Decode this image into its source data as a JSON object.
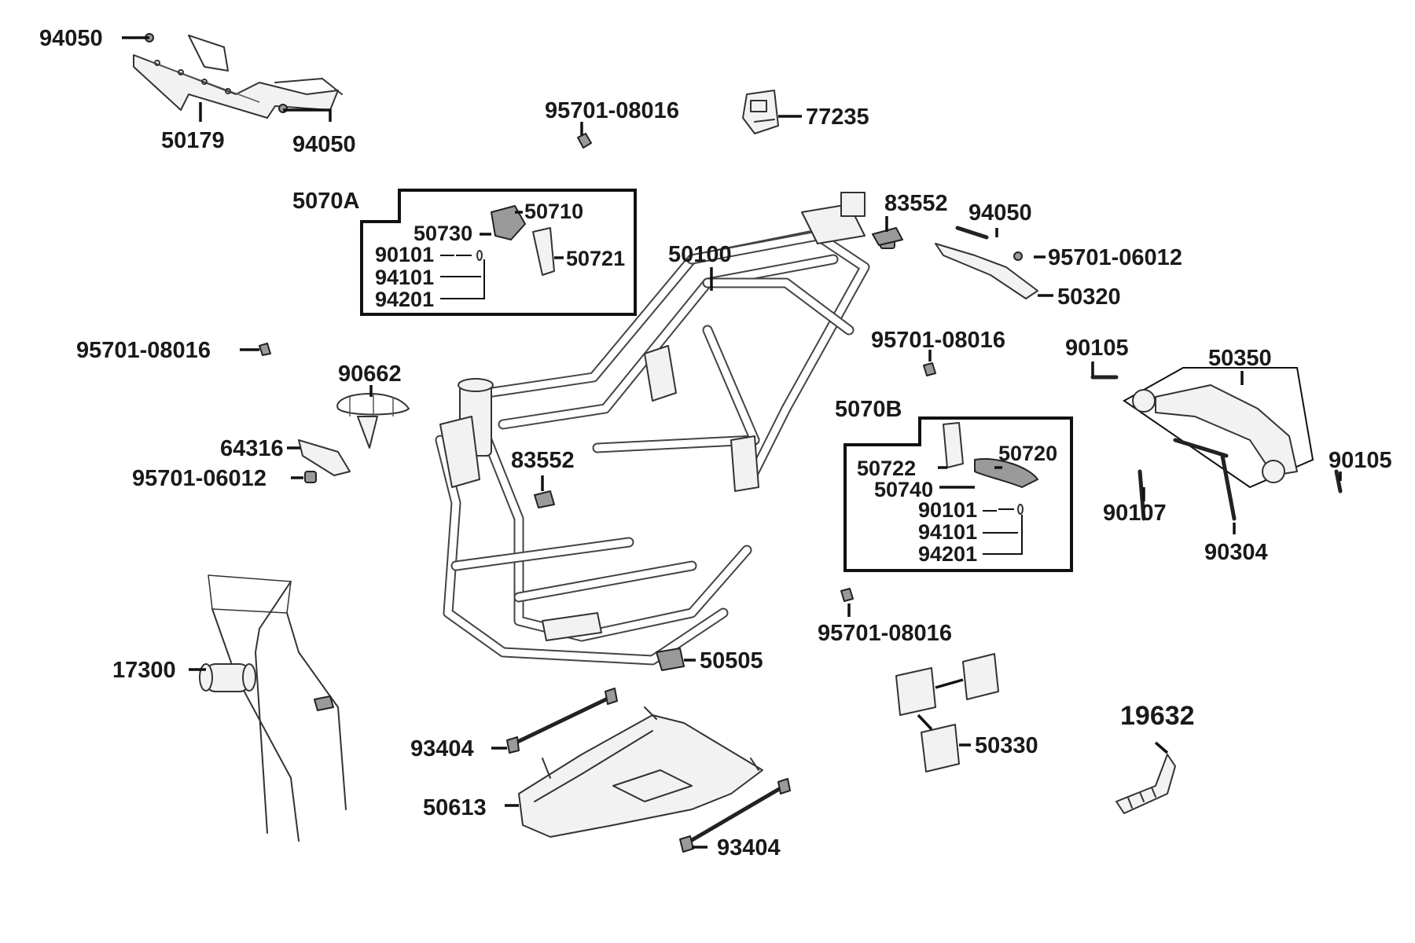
{
  "diagram": {
    "callouts": {
      "c94050_a": "94050",
      "c50179": "50179",
      "c94050_b": "94050",
      "c95701_08016_top": "95701-08016",
      "c77235": "77235",
      "c5070A": "5070A",
      "c50710": "50710",
      "c50730": "50730",
      "c90101_a": "90101",
      "c94101_a": "94101",
      "c94201_a": "94201",
      "c50721": "50721",
      "c50100": "50100",
      "c83552_top": "83552",
      "c94050_c": "94050",
      "c95701_06012_r": "95701-06012",
      "c50320": "50320",
      "c95701_08016_left": "95701-08016",
      "c90662": "90662",
      "c64316": "64316",
      "c95701_06012_l": "95701-06012",
      "c83552_mid": "83552",
      "c95701_08016_mid": "95701-08016",
      "c90105_a": "90105",
      "c50350": "50350",
      "c5070B": "5070B",
      "c50722": "50722",
      "c50720": "50720",
      "c50740": "50740",
      "c90101_b": "90101",
      "c94101_b": "94101",
      "c94201_b": "94201",
      "c90105_b": "90105",
      "c90107": "90107",
      "c90304": "90304",
      "c95701_08016_low": "95701-08016",
      "c17300": "17300",
      "c50505": "50505",
      "c93404_a": "93404",
      "c50330": "50330",
      "c19632": "19632",
      "c50613": "50613",
      "c93404_b": "93404"
    }
  }
}
